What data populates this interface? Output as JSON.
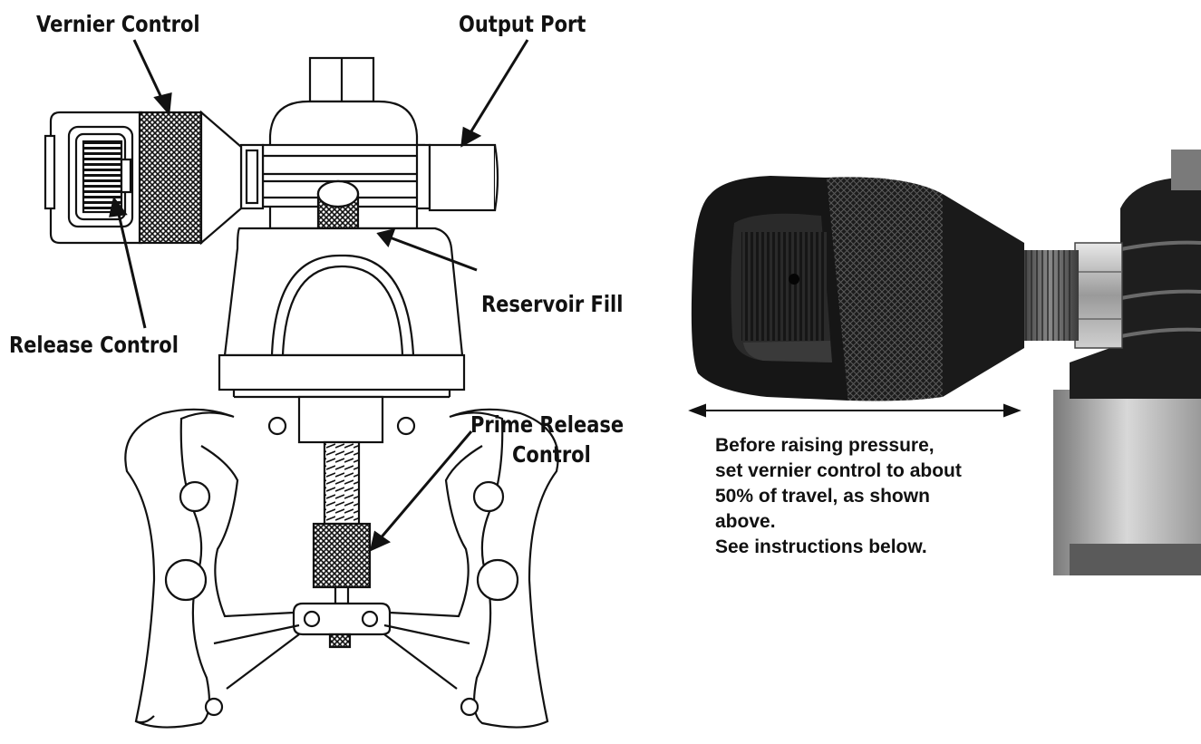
{
  "labels": {
    "vernier_control": "Vernier Control",
    "output_port": "Output Port",
    "reservoir_fill": "Reservoir Fill",
    "release_control": "Release Control",
    "prime_release_line1": "Prime Release",
    "prime_release_line2": "Control"
  },
  "caption": {
    "line1": "Before raising pressure,",
    "line2": "set vernier control to about",
    "line3": "50% of travel, as shown",
    "line4": "above.",
    "line5": "See instructions below."
  },
  "colors": {
    "ink": "#111111",
    "photo_body": "#1a1a1a",
    "background": "#ffffff"
  }
}
